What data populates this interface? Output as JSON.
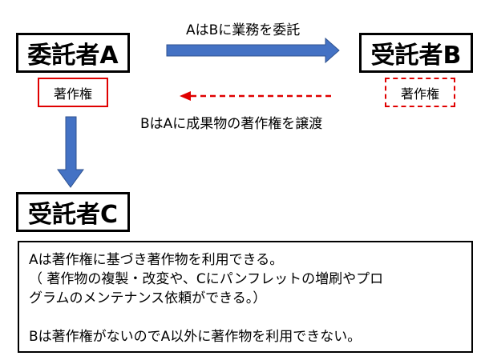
{
  "parties": {
    "a": "委託者A",
    "b": "受託者B",
    "c": "受託者C"
  },
  "rights": {
    "a_right": "著作権",
    "b_right": "著作権"
  },
  "arrows": {
    "top_label": "AはBに業務を委託",
    "return_label": "BはAに成果物の著作権を譲渡"
  },
  "note": {
    "line1": "Aは著作権に基づき著作物を利用できる。",
    "line2": "（ 著作物の複製・改変や、Cにパンフレットの増刷やプロ",
    "line3": "グラムのメンテナンス依頼ができる。）",
    "line4": "",
    "line5": "Bは著作権がないのでA以外に著作物を利用できない。"
  },
  "colors": {
    "arrow_blue": "#4472C4",
    "arrow_blue_edge": "#2F528F",
    "red": "#E00000"
  }
}
